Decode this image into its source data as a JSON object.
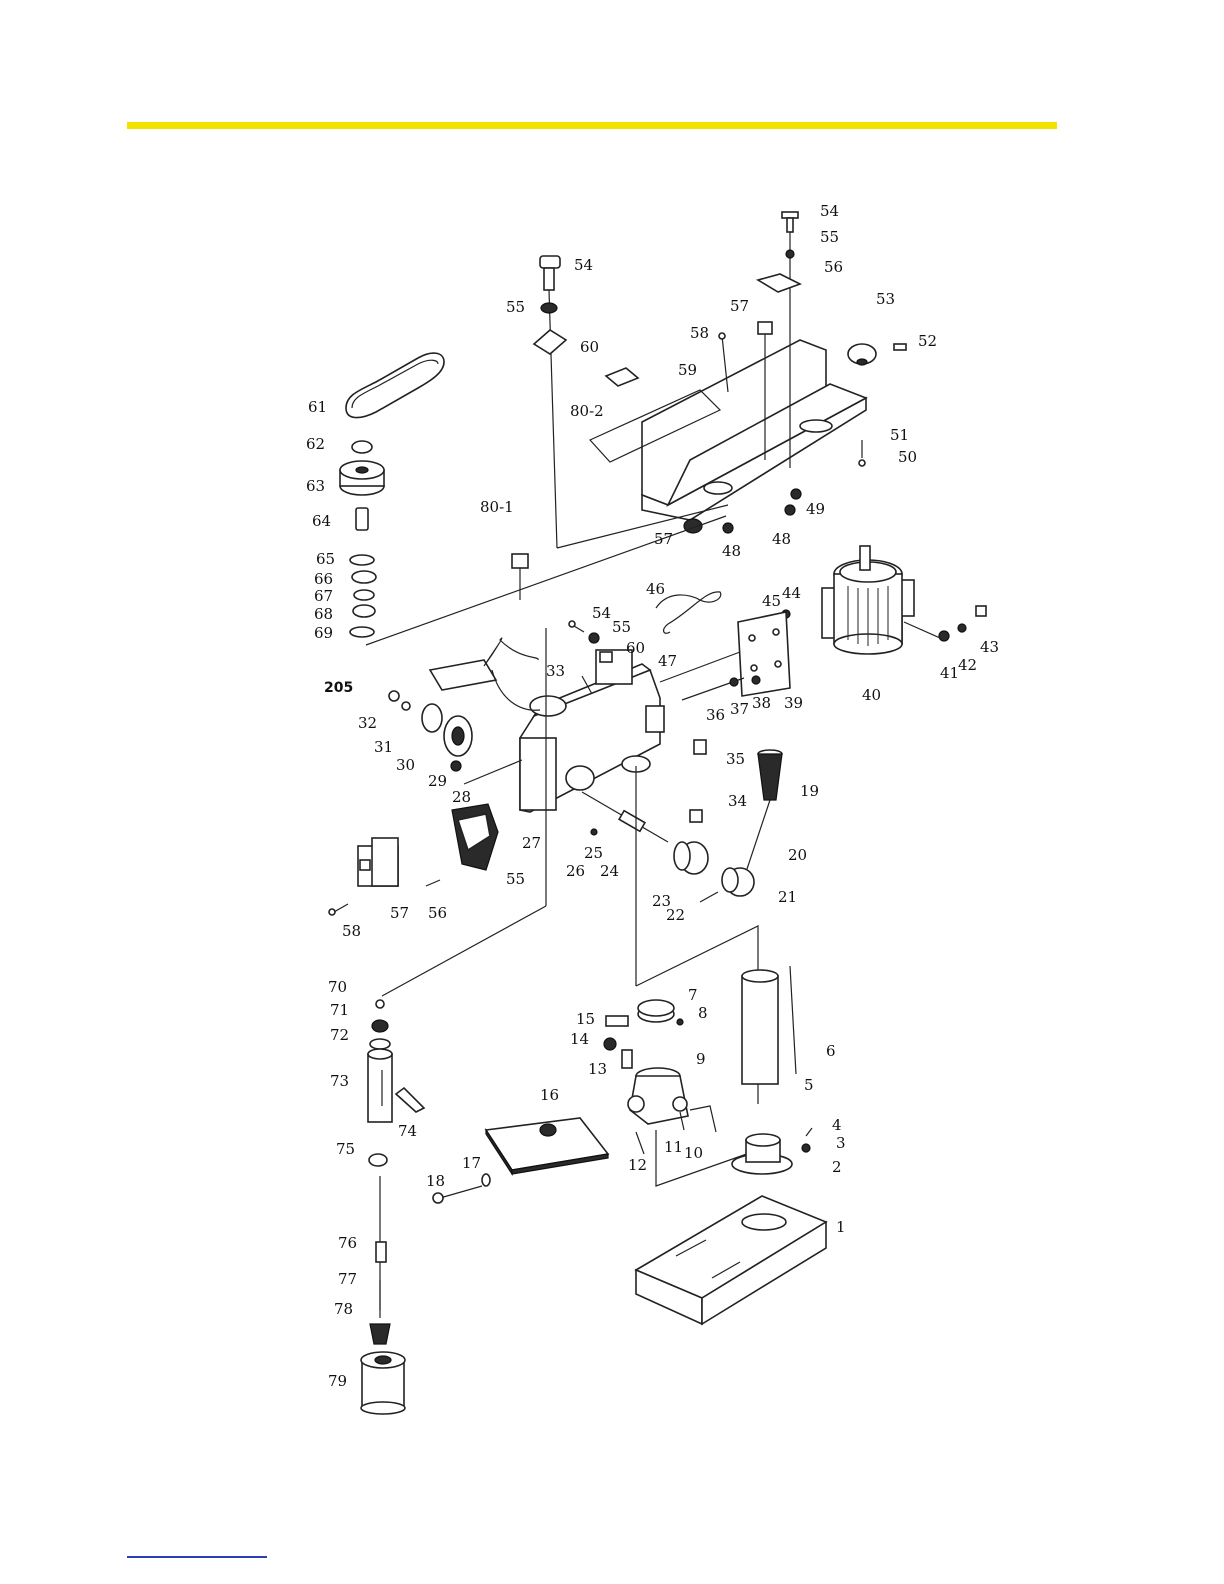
{
  "colors": {
    "top_rule": "#f2e200",
    "bottom_rule": "#2a3fb8",
    "line": "#222222"
  },
  "diagram": {
    "labels": [
      {
        "id": "54",
        "text": "54"
      },
      {
        "id": "55",
        "text": "55"
      },
      {
        "id": "56",
        "text": "56"
      },
      {
        "id": "54b",
        "text": "54"
      },
      {
        "id": "55b",
        "text": "55"
      },
      {
        "id": "60",
        "text": "60"
      },
      {
        "id": "57",
        "text": "57"
      },
      {
        "id": "58",
        "text": "58"
      },
      {
        "id": "53",
        "text": "53"
      },
      {
        "id": "52",
        "text": "52"
      },
      {
        "id": "59",
        "text": "59"
      },
      {
        "id": "80-2",
        "text": "80-2"
      },
      {
        "id": "61",
        "text": "61"
      },
      {
        "id": "62",
        "text": "62"
      },
      {
        "id": "63",
        "text": "63"
      },
      {
        "id": "64",
        "text": "64"
      },
      {
        "id": "65",
        "text": "65"
      },
      {
        "id": "66",
        "text": "66"
      },
      {
        "id": "67",
        "text": "67"
      },
      {
        "id": "68",
        "text": "68"
      },
      {
        "id": "69",
        "text": "69"
      },
      {
        "id": "51",
        "text": "51"
      },
      {
        "id": "50",
        "text": "50"
      },
      {
        "id": "49",
        "text": "49"
      },
      {
        "id": "48",
        "text": "48"
      },
      {
        "id": "48b",
        "text": "48"
      },
      {
        "id": "57b",
        "text": "57"
      },
      {
        "id": "80-1",
        "text": "80-1"
      },
      {
        "id": "46",
        "text": "46"
      },
      {
        "id": "45",
        "text": "45"
      },
      {
        "id": "44",
        "text": "44"
      },
      {
        "id": "43",
        "text": "43"
      },
      {
        "id": "42",
        "text": "42"
      },
      {
        "id": "41",
        "text": "41"
      },
      {
        "id": "40",
        "text": "40"
      },
      {
        "id": "54c",
        "text": "54"
      },
      {
        "id": "55c",
        "text": "55"
      },
      {
        "id": "60b",
        "text": "60"
      },
      {
        "id": "47",
        "text": "47"
      },
      {
        "id": "33",
        "text": "33"
      },
      {
        "id": "205",
        "text": "205"
      },
      {
        "id": "36",
        "text": "36"
      },
      {
        "id": "37",
        "text": "37"
      },
      {
        "id": "38",
        "text": "38"
      },
      {
        "id": "39",
        "text": "39"
      },
      {
        "id": "32",
        "text": "32"
      },
      {
        "id": "31",
        "text": "31"
      },
      {
        "id": "30",
        "text": "30"
      },
      {
        "id": "29",
        "text": "29"
      },
      {
        "id": "28",
        "text": "28"
      },
      {
        "id": "35",
        "text": "35"
      },
      {
        "id": "19",
        "text": "19"
      },
      {
        "id": "34",
        "text": "34"
      },
      {
        "id": "27",
        "text": "27"
      },
      {
        "id": "25",
        "text": "25"
      },
      {
        "id": "26",
        "text": "26"
      },
      {
        "id": "24",
        "text": "24"
      },
      {
        "id": "20",
        "text": "20"
      },
      {
        "id": "55d",
        "text": "55"
      },
      {
        "id": "57c",
        "text": "57"
      },
      {
        "id": "56b",
        "text": "56"
      },
      {
        "id": "58b",
        "text": "58"
      },
      {
        "id": "23",
        "text": "23"
      },
      {
        "id": "22",
        "text": "22"
      },
      {
        "id": "21",
        "text": "21"
      },
      {
        "id": "70",
        "text": "70"
      },
      {
        "id": "71",
        "text": "71"
      },
      {
        "id": "72",
        "text": "72"
      },
      {
        "id": "73",
        "text": "73"
      },
      {
        "id": "74",
        "text": "74"
      },
      {
        "id": "75",
        "text": "75"
      },
      {
        "id": "76",
        "text": "76"
      },
      {
        "id": "77",
        "text": "77"
      },
      {
        "id": "78",
        "text": "78"
      },
      {
        "id": "79",
        "text": "79"
      },
      {
        "id": "7",
        "text": "7"
      },
      {
        "id": "8",
        "text": "8"
      },
      {
        "id": "15",
        "text": "15"
      },
      {
        "id": "14",
        "text": "14"
      },
      {
        "id": "13",
        "text": "13"
      },
      {
        "id": "9",
        "text": "9"
      },
      {
        "id": "6",
        "text": "6"
      },
      {
        "id": "5",
        "text": "5"
      },
      {
        "id": "16",
        "text": "16"
      },
      {
        "id": "11",
        "text": "11"
      },
      {
        "id": "10",
        "text": "10"
      },
      {
        "id": "12",
        "text": "12"
      },
      {
        "id": "4",
        "text": "4"
      },
      {
        "id": "3",
        "text": "3"
      },
      {
        "id": "2",
        "text": "2"
      },
      {
        "id": "17",
        "text": "17"
      },
      {
        "id": "18",
        "text": "18"
      },
      {
        "id": "1",
        "text": "1"
      }
    ]
  }
}
